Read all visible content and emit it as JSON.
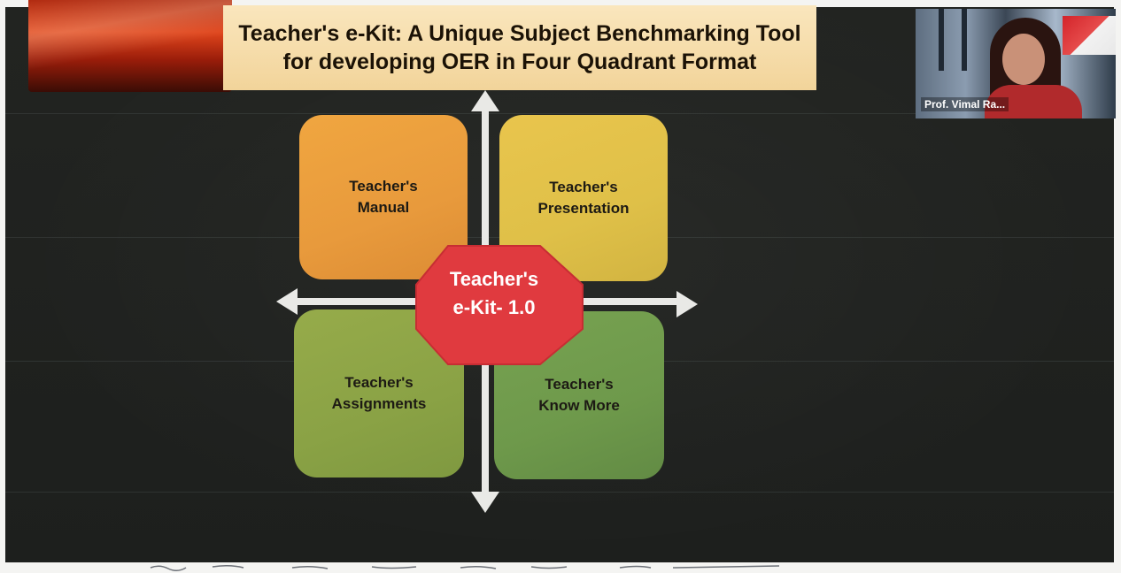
{
  "slide": {
    "title": "Teacher's e-Kit: A Unique Subject Benchmarking Tool for developing OER in Four Quadrant Format",
    "center_label": "Teacher's\ne-Kit- 1.0",
    "quadrants": [
      {
        "label": "Teacher's\nManual",
        "color": "#e89a3c"
      },
      {
        "label": "Teacher's\nPresentation",
        "color": "#dfc048"
      },
      {
        "label": "Teacher's\nAssignments",
        "color": "#8aa245"
      },
      {
        "label": "Teacher's\nKnow More",
        "color": "#6e994b"
      }
    ],
    "center_color": "#e03a3f",
    "title_bg_color": "#f7dfae",
    "background_color": "#1f211f"
  },
  "video": {
    "participant_name": "Prof. Vimal Ra..."
  }
}
